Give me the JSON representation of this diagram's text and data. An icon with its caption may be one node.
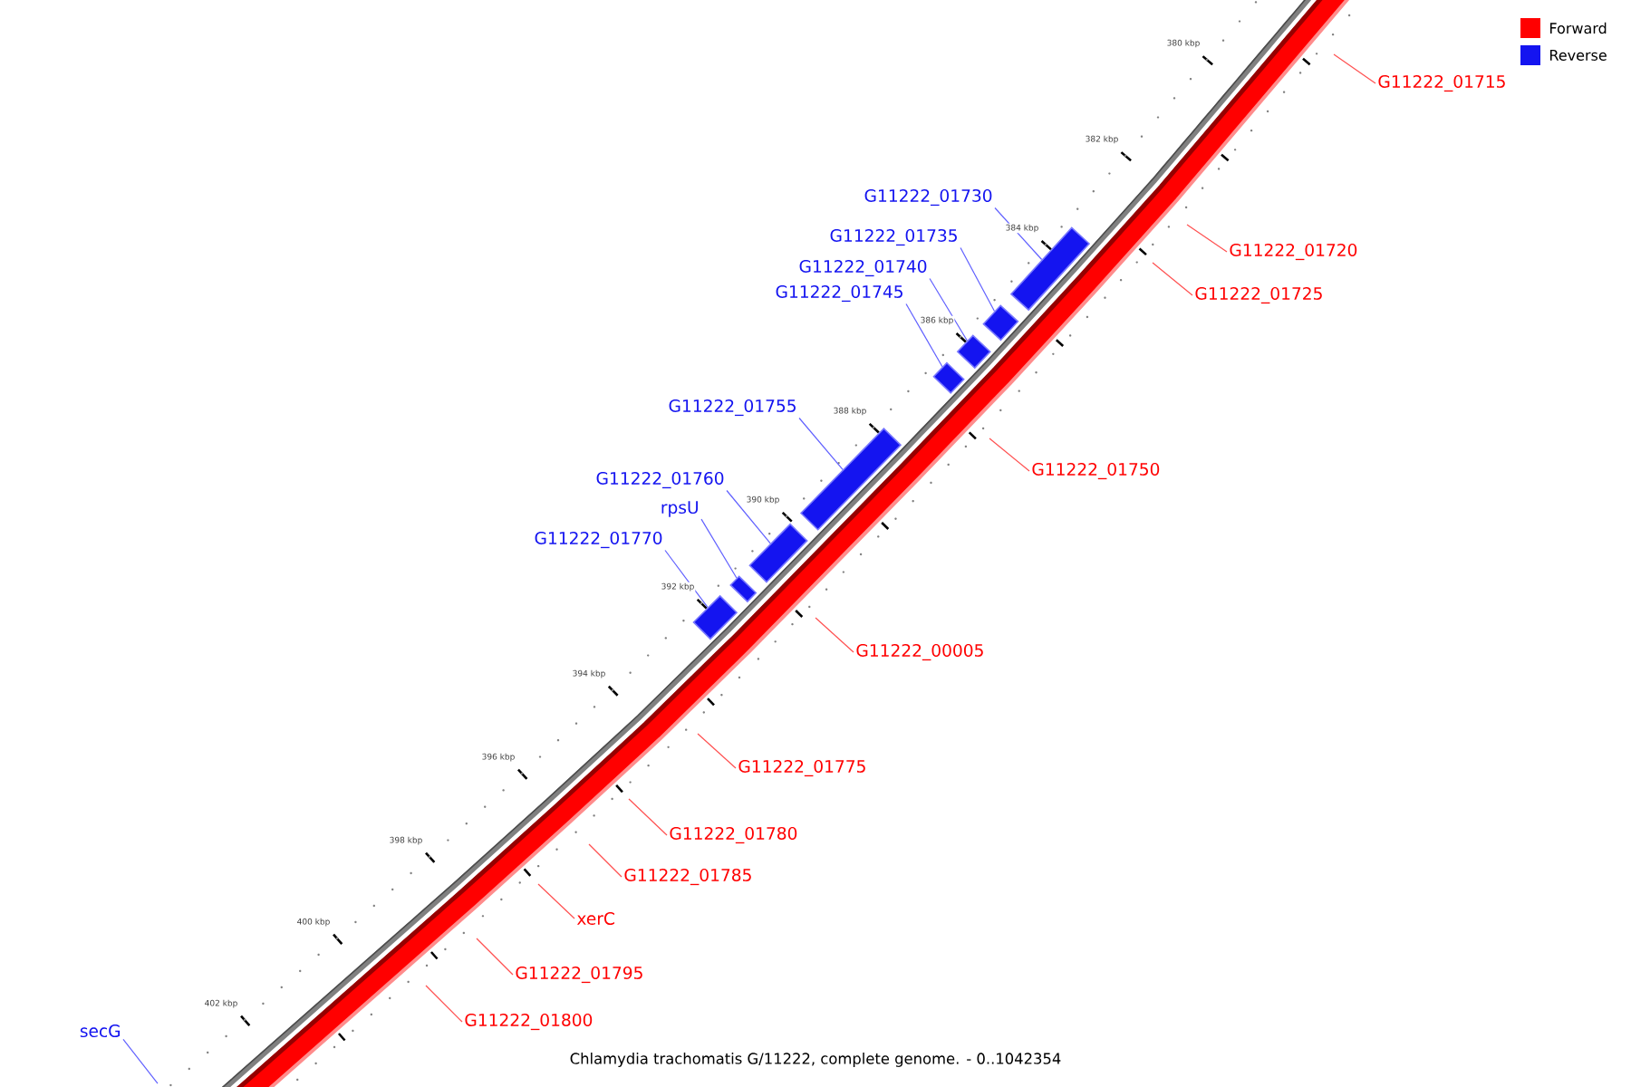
{
  "diagram": {
    "caption": "Chlamydia trachomatis G/11222, complete genome. - 0..1042354",
    "nodes": [
      {
        "text": [
          "G11222_01715"
        ]
      },
      {
        "text": [
          "G11222_01730"
        ]
      },
      {
        "text": [
          "G11222_01720"
        ]
      },
      {
        "text": [
          "G11222_01735"
        ]
      },
      {
        "text": [
          "G11222_01740"
        ]
      },
      {
        "text": [
          "G11222_01725"
        ]
      },
      {
        "text": [
          "G11222_01745"
        ]
      },
      {
        "text": [
          "G11222_01755"
        ]
      },
      {
        "text": [
          "G11222_01750"
        ]
      },
      {
        "text": [
          "G11222_01760"
        ]
      },
      {
        "text": [
          "rpsU"
        ]
      },
      {
        "text": [
          "G11222_01770"
        ]
      },
      {
        "text": [
          "G11222_00005"
        ]
      },
      {
        "text": [
          "G11222_01775"
        ]
      },
      {
        "text": [
          "G11222_01780"
        ]
      },
      {
        "text": [
          "G11222_01785"
        ]
      },
      {
        "text": [
          "xerC"
        ]
      },
      {
        "text": [
          "G11222_01795"
        ]
      },
      {
        "text": [
          "G11222_01800"
        ]
      },
      {
        "text": [
          "secG"
        ]
      },
      {
        "text": [],
        "shape": "bar"
      },
      {
        "text": [],
        "shape": "bar"
      },
      {
        "text": [],
        "shape": "bar"
      },
      {
        "text": [],
        "shape": "bar"
      },
      {
        "text": [],
        "shape": "bar"
      },
      {
        "text": [],
        "shape": "bar"
      },
      {
        "text": [],
        "shape": "bar"
      },
      {
        "text": [],
        "shape": "bar"
      }
    ],
    "edges": [
      {
        "from": 0,
        "to": null,
        "arrow": "none"
      },
      {
        "from": 1,
        "to": 20,
        "arrow": "none",
        "color": "#6060ff"
      },
      {
        "from": 2,
        "to": null,
        "arrow": "none"
      },
      {
        "from": 3,
        "to": 21,
        "arrow": "none",
        "color": "#6060ff"
      },
      {
        "from": 4,
        "to": 22,
        "arrow": "none",
        "color": "#6060ff"
      },
      {
        "from": 5,
        "to": null,
        "arrow": "none"
      },
      {
        "from": 6,
        "to": 23,
        "arrow": "none",
        "color": "#6060ff"
      },
      {
        "from": 7,
        "to": 24,
        "arrow": "none",
        "color": "#6060ff"
      },
      {
        "from": 8,
        "to": null,
        "arrow": "none"
      },
      {
        "from": 9,
        "to": 25,
        "arrow": "none",
        "color": "#6060ff"
      },
      {
        "from": 10,
        "to": 26,
        "arrow": "none",
        "color": "#6060ff"
      },
      {
        "from": 11,
        "to": 27,
        "arrow": "none",
        "color": "#6060ff"
      },
      {
        "from": 12,
        "to": null,
        "arrow": "none"
      },
      {
        "from": 13,
        "to": null,
        "arrow": "none"
      },
      {
        "from": 14,
        "to": null,
        "arrow": "none"
      },
      {
        "from": 15,
        "to": null,
        "arrow": "none"
      },
      {
        "from": 16,
        "to": null,
        "arrow": "none"
      },
      {
        "from": 17,
        "to": null,
        "arrow": "none"
      },
      {
        "from": 18,
        "to": null,
        "arrow": "none"
      },
      {
        "from": 19,
        "to": null,
        "arrow": "none",
        "color": "#6060ff"
      }
    ],
    "labels": [
      "380 kbp",
      "382 kbp",
      "384 kbp",
      "386 kbp",
      "388 kbp",
      "390 kbp",
      "392 kbp",
      "394 kbp",
      "396 kbp",
      "398 kbp",
      "400 kbp",
      "402 kbp"
    ],
    "legend": [
      {
        "text": "Forward",
        "color": "#ff0000"
      },
      {
        "text": "Reverse",
        "color": "#1414f0"
      }
    ]
  }
}
